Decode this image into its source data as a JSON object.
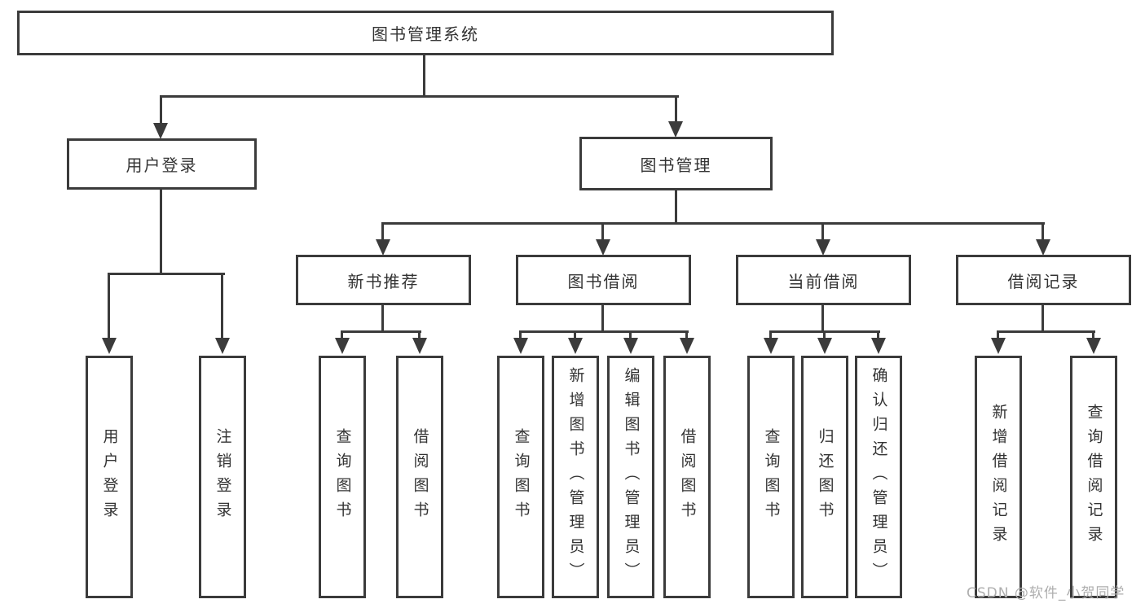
{
  "diagram": {
    "root": {
      "label": "图书管理系统"
    },
    "level2": [
      {
        "label": "用户登录"
      },
      {
        "label": "图书管理"
      }
    ],
    "level3": [
      {
        "label": "新书推荐"
      },
      {
        "label": "图书借阅"
      },
      {
        "label": "当前借阅"
      },
      {
        "label": "借阅记录"
      }
    ],
    "leaves": [
      {
        "label": "用户登录"
      },
      {
        "label": "注销登录"
      },
      {
        "label": "查询图书"
      },
      {
        "label": "借阅图书"
      },
      {
        "label": "查询图书"
      },
      {
        "label": "新增图书（管理员）"
      },
      {
        "label": "编辑图书（管理员）"
      },
      {
        "label": "借阅图书"
      },
      {
        "label": "查询图书"
      },
      {
        "label": "归还图书"
      },
      {
        "label": "确认归还（管理员）"
      },
      {
        "label": "新增借阅记录"
      },
      {
        "label": "查询借阅记录"
      }
    ],
    "watermark": "CSDN @软件_小贺同学",
    "colors": {
      "line": "#3b3b3b",
      "text": "#333333",
      "watermark": "#aeaeae",
      "background": "#ffffff"
    }
  }
}
